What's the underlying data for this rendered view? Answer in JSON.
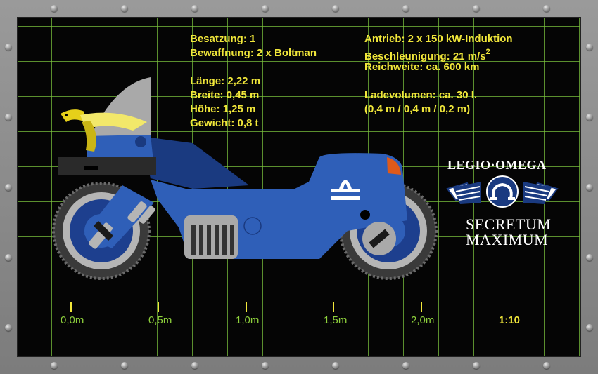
{
  "specs_left": {
    "crew": "Besatzung: 1",
    "armament": "Bewaffnung: 2 x Boltman",
    "length": "Länge: 2,22 m",
    "width": "Breite: 0,45 m",
    "height": "Höhe: 1,25 m",
    "weight": "Gewicht: 0,8 t"
  },
  "specs_right": {
    "drive": "Antrieb: 2 x 150 kW-Induktion",
    "acceleration": "Beschleunigung: 21 m/s",
    "acceleration_exp": "2",
    "range": "Reichweite: ca. 600 km",
    "cargo": "Ladevolumen: ca. 30 l.",
    "cargo_dims": "(0,4 m / 0,4 m / 0,2 m)"
  },
  "scale": {
    "labels": [
      "0,0m",
      "0,5m",
      "1,0m",
      "1,5m",
      "2,0m"
    ],
    "ratio": "1:10"
  },
  "logo": {
    "top": "LEGIO·OMEGA",
    "line1": "SECRETUM",
    "line2": "MAXIMUM"
  },
  "colors": {
    "grid": "#78be3c",
    "text_yellow": "#f1e73a",
    "scale_green": "#8ed13c",
    "bike_blue": "#2f5fb8",
    "bike_dark": "#1a3a80"
  }
}
